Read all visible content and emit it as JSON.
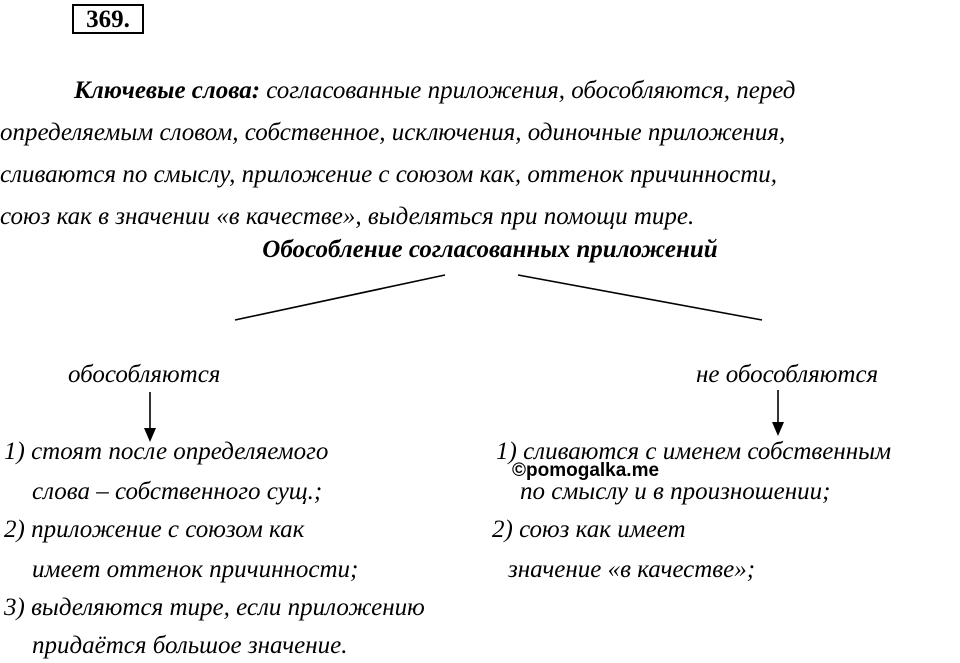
{
  "exercise_number": "369.",
  "keywords": {
    "label": "Ключевые слова:",
    "lines": [
      " согласованные приложения, обособляются, перед",
      "определяемым словом, собственное, исключения, одиночные приложения,",
      "сливаются по смыслу, приложение с союзом как, оттенок причинности,",
      "союз как в значении «в качестве», выделяться при помощи тире."
    ]
  },
  "scheme": {
    "title": "Обособление согласованных приложений",
    "left": {
      "label": "обособляются",
      "items": [
        "1) стоят после определяемого",
        "слова – собственного сущ.;",
        "2) приложение с союзом как",
        "имеет оттенок причинности;",
        "3) выделяются тире, если приложению",
        "придаётся большое значение."
      ]
    },
    "right": {
      "label": "не обособляются",
      "items": [
        "1) сливаются с именем собственным",
        "по смыслу и в произношении;",
        "2) союз как имеет",
        "значение «в качестве»;"
      ]
    }
  },
  "watermark": "©pomogalka.me"
}
